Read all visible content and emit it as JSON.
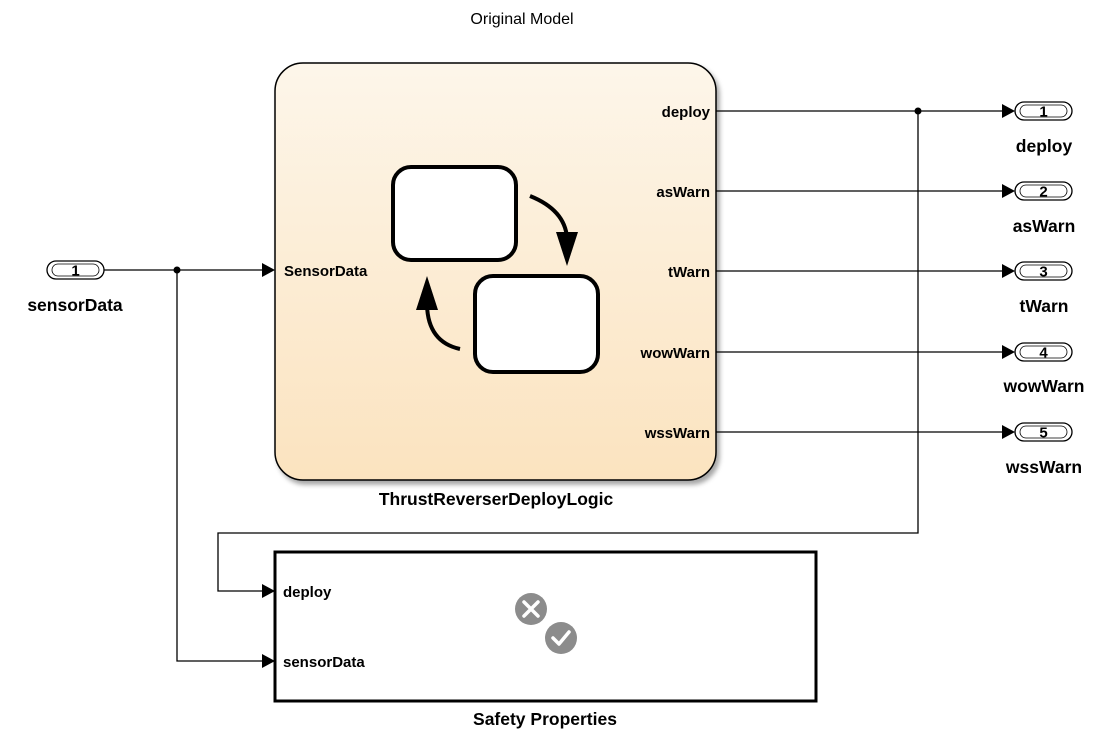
{
  "title": "Original Model",
  "inport": {
    "number": "1",
    "name": "sensorData"
  },
  "chart_block": {
    "name": "ThrustReverserDeployLogic",
    "input": "SensorData",
    "outputs": [
      "deploy",
      "asWarn",
      "tWarn",
      "wowWarn",
      "wssWarn"
    ]
  },
  "outports": [
    {
      "number": "1",
      "name": "deploy"
    },
    {
      "number": "2",
      "name": "asWarn"
    },
    {
      "number": "3",
      "name": "tWarn"
    },
    {
      "number": "4",
      "name": "wowWarn"
    },
    {
      "number": "5",
      "name": "wssWarn"
    }
  ],
  "properties_block": {
    "name": "Safety Properties",
    "inputs": [
      "deploy",
      "sensorData"
    ],
    "icon": "verification-status-icon"
  },
  "colors": {
    "chart_fill_top": "#fdf6ea",
    "chart_fill_bottom": "#fbe3bf",
    "check": "#8c8c8c"
  }
}
